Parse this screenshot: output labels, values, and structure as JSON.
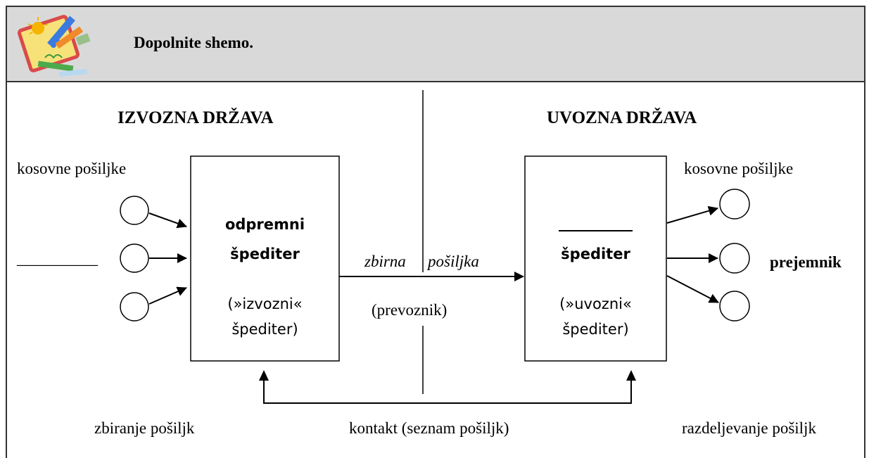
{
  "header": {
    "title": "Dopolnite shemo."
  },
  "diagram": {
    "export_country": "IZVOZNA DRŽAVA",
    "import_country": "UVOZNA DRŽAVA",
    "left_shipments_label": "kosovne pošiljke",
    "left_blank": "__________",
    "right_shipments_label": "kosovne pošiljke",
    "consignee_label": "prejemnik",
    "left_box": {
      "line1": "odpremni",
      "line2": "špediter",
      "line3": "(»izvozni«",
      "line4": "špediter)"
    },
    "right_box": {
      "blank": "__________",
      "line2": "špediter",
      "line3": "(»uvozni«",
      "line4": "špediter)"
    },
    "consolidated_word1": "zbirna",
    "consolidated_word2": "pošiljka",
    "carrier": "(prevoznik)",
    "collecting": "zbiranje pošiljk",
    "contact": "kontakt (seznam pošiljk)",
    "distributing": "razdeljevanje pošiljk"
  }
}
